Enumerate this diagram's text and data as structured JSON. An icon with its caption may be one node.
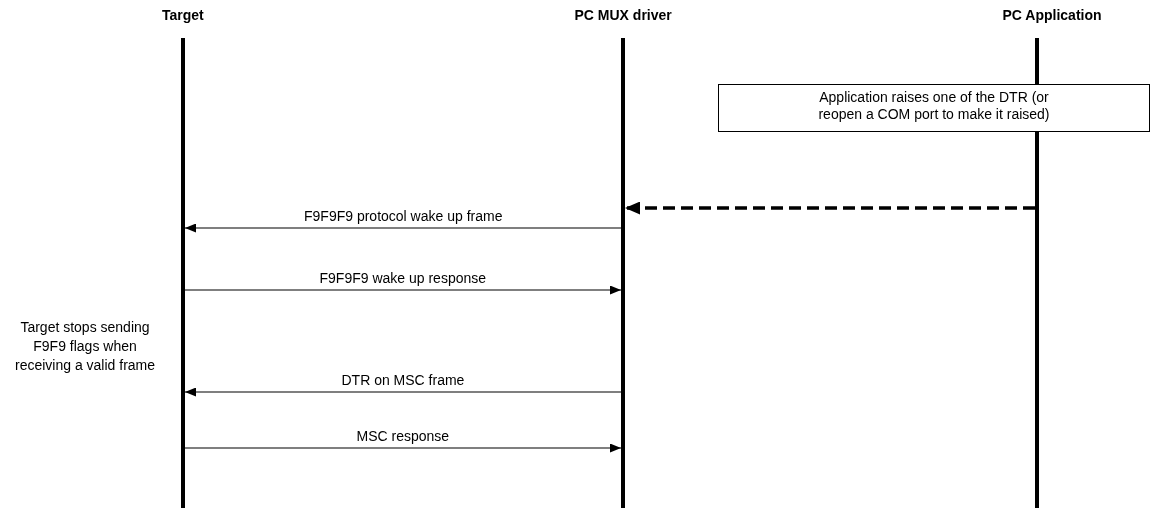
{
  "diagram": {
    "nodes": [
      {
        "text": [
          "Target"
        ]
      },
      {
        "text": [
          "PC MUX driver"
        ]
      },
      {
        "text": [
          "PC Application"
        ]
      },
      {
        "text": [
          "Application raises one of the DTR (or reopen a COM port to make it raised)"
        ]
      }
    ],
    "edges": [
      {
        "from": 2,
        "to": 1,
        "arrow": "to",
        "style": "dashed"
      },
      {
        "from": 1,
        "to": 0,
        "arrow": "to",
        "label": "F9F9F9 protocol wake up frame"
      },
      {
        "from": 0,
        "to": 1,
        "arrow": "to",
        "label": "F9F9F9 wake up response"
      },
      {
        "from": 1,
        "to": 0,
        "arrow": "to",
        "label": "DTR on MSC frame"
      },
      {
        "from": 0,
        "to": 1,
        "arrow": "to",
        "label": "MSC response"
      }
    ],
    "labels": [
      "Target stops sending F9F9 flags when receiving a valid frame"
    ]
  }
}
